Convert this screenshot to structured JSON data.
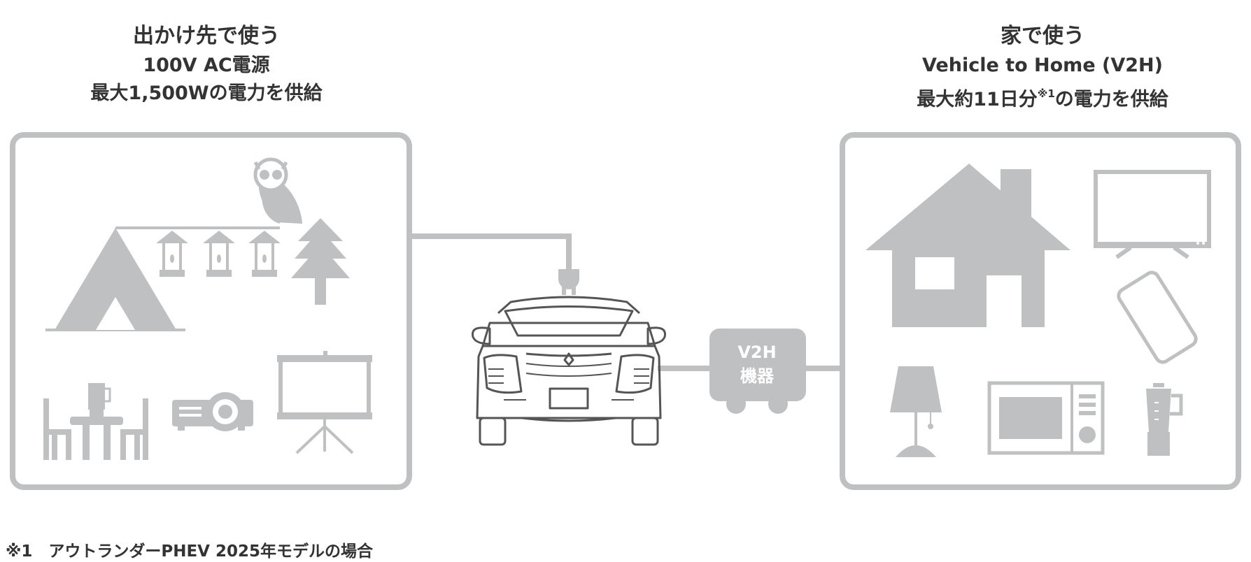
{
  "left_panel": {
    "title": "出かけ先で使う",
    "subtitle": "100V AC電源",
    "description": "最大1,500Wの電力を供給"
  },
  "right_panel": {
    "title": "家で使う",
    "subtitle": "Vehicle to Home (V2H)",
    "description_pre": "最大約11日分",
    "description_note": "※1",
    "description_post": "の電力を供給"
  },
  "v2h_device": {
    "line1": "V2H",
    "line2": "機器"
  },
  "footnote": "※1　アウトランダーPHEV 2025年モデルの場合",
  "colors": {
    "icon": "#bfc0c2",
    "text": "#333333",
    "car_line": "#555555"
  },
  "icons": [
    "owl-icon",
    "tent-icon",
    "lantern-icon",
    "tree-icon",
    "table-chairs-icon",
    "blender-icon",
    "projector-icon",
    "screen-icon",
    "plug-icon",
    "car-icon",
    "house-icon",
    "tv-icon",
    "smartphone-icon",
    "lamp-icon",
    "microwave-icon"
  ]
}
